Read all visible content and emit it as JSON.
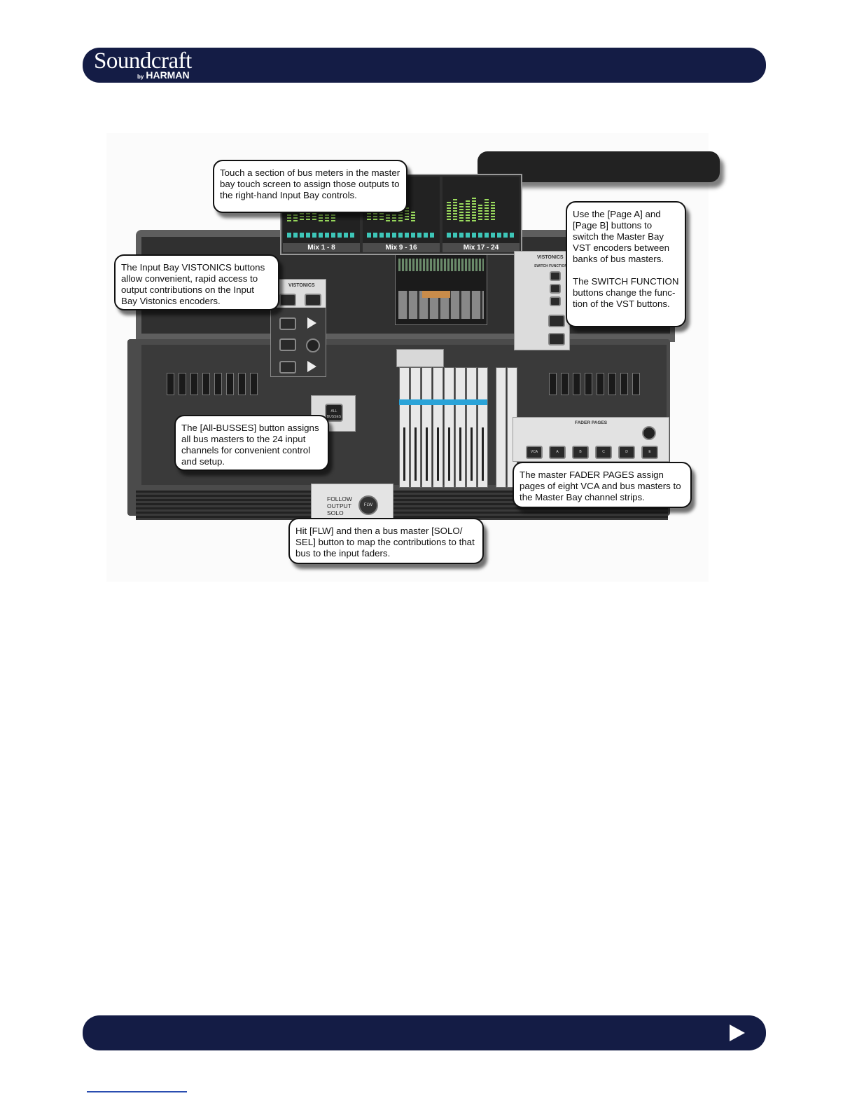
{
  "header": {
    "brand": "Soundcraft",
    "brand_by": "by",
    "brand_sub": "HARMAN"
  },
  "callouts": {
    "bus_meters": "Touch a section of bus meters in the master bay touch screen to assign those outputs to the right-hand Input Bay controls.",
    "page_buttons_1": "Use the [Page A] and [Page B] buttons to switch the Master Bay VST encoders between banks of bus masters.",
    "page_buttons_2": "The SWITCH FUNCTION buttons change the func-tion of the VST buttons.",
    "vistonics": "The Input Bay VISTONICS buttons allow convenient, rapid access to output contributions on the Input Bay Vistonics encoders.",
    "all_busses": "The [All-BUSSES] button assigns all bus masters to the 24 input channels for convenient control and setup.",
    "fader_pages": "The master FADER PAGES assign pages of eight VCA and bus masters to the Master Bay channel strips.",
    "flw": "Hit [FLW] and then a bus master [SOLO/ SEL] button to map the contributions to that bus to the input faders."
  },
  "meters": {
    "mix1": "Mix 1 - 8",
    "mix2": "Mix 9 - 16",
    "mix3": "Mix 17 - 24"
  },
  "panels": {
    "vistonics_title": "VISTONICS",
    "switch_function": "SWITCH FUNCTION",
    "all_busses": "ALL BUSSES",
    "follow_output_solo": [
      "FOLLOW",
      "OUTPUT",
      "SOLO"
    ],
    "flw": "FLW",
    "fader_pages": "FADER PAGES",
    "fader_page_buttons": [
      "VCA",
      "A",
      "B",
      "C",
      "D",
      "E"
    ]
  },
  "footer": {
    "next_icon": "next-page-arrow"
  }
}
